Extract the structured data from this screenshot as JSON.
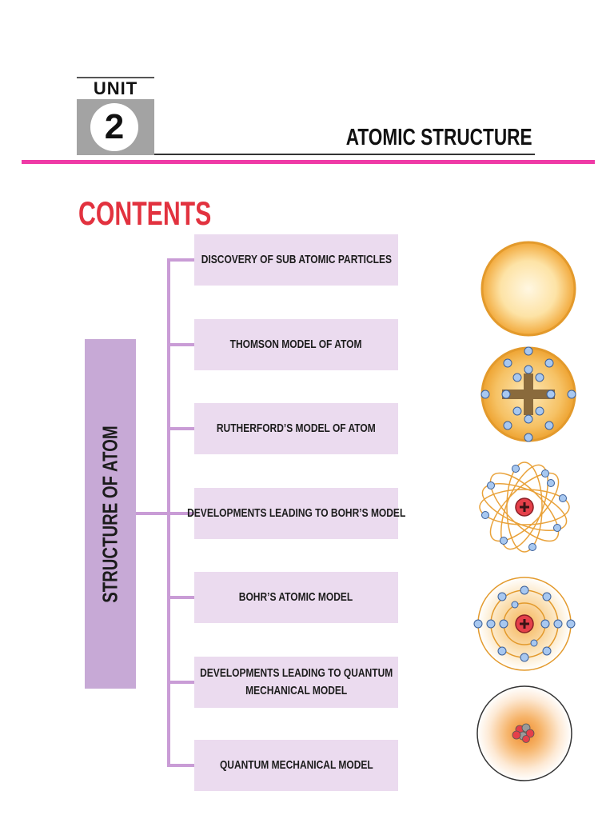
{
  "unit": {
    "label": "UNIT",
    "number": "2",
    "title": "ATOMIC STRUCTURE"
  },
  "contents_heading": "CONTENTS",
  "structure_label": "STRUCTURE OF ATOM",
  "topics": [
    {
      "label": "DISCOVERY OF SUB ATOMIC PARTICLES"
    },
    {
      "label": "THOMSON MODEL OF ATOM"
    },
    {
      "label": "RUTHERFORD’S MODEL OF ATOM"
    },
    {
      "label": "DEVELOPMENTS LEADING TO BOHR’S MODEL"
    },
    {
      "label": "BOHR’S ATOMIC MODEL"
    },
    {
      "label": "DEVELOPMENTS LEADING TO QUANTUM",
      "label2": "MECHANICAL MODEL"
    },
    {
      "label": "QUANTUM MECHANICAL MODEL"
    }
  ],
  "colors": {
    "accent_pink": "#ef3aa6",
    "heading_red": "#e2323f",
    "structure_purple": "#c7a9d6",
    "topic_bg": "#ebdbef",
    "connector": "#c99cd6",
    "atom_orange": "#f2a93b",
    "electron_blue": "#8fb6e6",
    "nucleus_red": "#e5404a"
  },
  "illustrations": [
    {
      "icon": "solid-sphere-atom-icon"
    },
    {
      "icon": "thomson-plum-pudding-atom-icon"
    },
    {
      "icon": "rutherford-atom-icon"
    },
    {
      "icon": "bohr-atom-icon"
    },
    {
      "icon": "quantum-cloud-atom-icon"
    }
  ]
}
